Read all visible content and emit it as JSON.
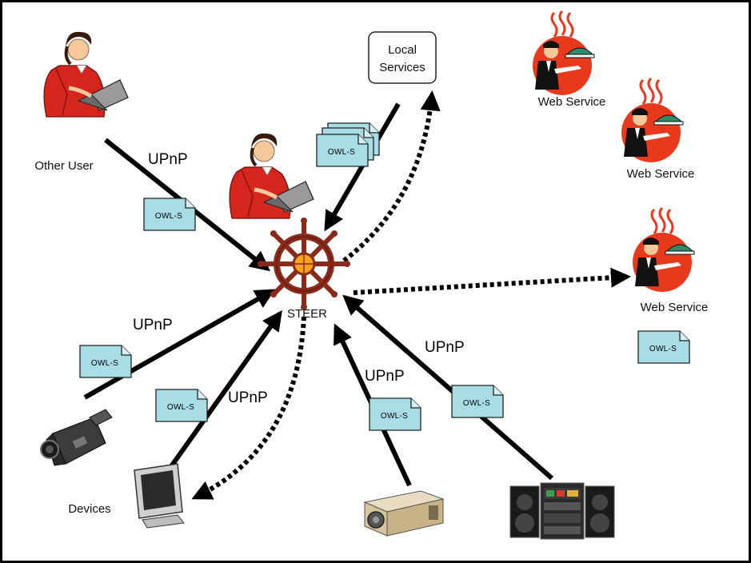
{
  "center": {
    "label": "STEER",
    "icon": "ship-wheel-icon"
  },
  "doc_label": "OWL-S",
  "protocol_label": "UPnP",
  "nodes": {
    "other_user": "Other User",
    "local_services": [
      "Local",
      "Services"
    ],
    "devices": "Devices",
    "web_service_1": "Web Service",
    "web_service_2": "Web Service",
    "web_service_3": "Web Service"
  },
  "colors": {
    "border": "#000000",
    "arrow": "#000000",
    "doc_fill": "#a9dde6",
    "service_red": "#e8391d",
    "person_red": "#d4261c",
    "wheel_brown": "#8a2a1a",
    "wheel_hub": "#f6a21a"
  }
}
